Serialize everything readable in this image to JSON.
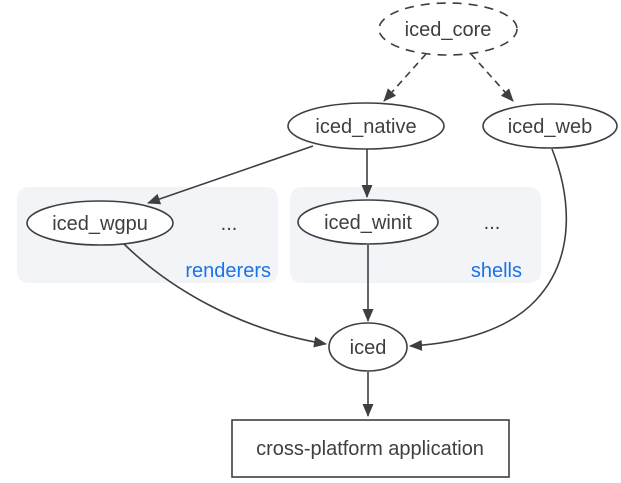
{
  "colors": {
    "background": "#ffffff",
    "node-fill": "#ffffff",
    "stroke-dark": "#3c4043",
    "text-dark": "#3c4043",
    "accent-blue": "#1a73e8",
    "group-fill": "#f2f4f7"
  },
  "diagram": {
    "nodes": {
      "iced_core": {
        "label": "iced_core",
        "shape": "ellipse",
        "border": "dashed"
      },
      "iced_native": {
        "label": "iced_native",
        "shape": "ellipse",
        "border": "solid"
      },
      "iced_web": {
        "label": "iced_web",
        "shape": "ellipse",
        "border": "solid"
      },
      "iced_wgpu": {
        "label": "iced_wgpu",
        "shape": "ellipse",
        "border": "solid"
      },
      "iced_winit": {
        "label": "iced_winit",
        "shape": "ellipse",
        "border": "solid"
      },
      "iced": {
        "label": "iced",
        "shape": "ellipse",
        "border": "solid"
      },
      "app": {
        "label": "cross-platform application",
        "shape": "rect",
        "border": "solid"
      }
    },
    "groups": {
      "renderers": {
        "label": "renderers",
        "ellipsis": "...",
        "contains": [
          "iced_wgpu"
        ]
      },
      "shells": {
        "label": "shells",
        "ellipsis": "...",
        "contains": [
          "iced_winit"
        ]
      }
    },
    "edges": [
      {
        "from": "iced_core",
        "to": "iced_native",
        "style": "dashed"
      },
      {
        "from": "iced_core",
        "to": "iced_web",
        "style": "dashed"
      },
      {
        "from": "iced_native",
        "to": "iced_wgpu",
        "style": "solid"
      },
      {
        "from": "iced_native",
        "to": "iced_winit",
        "style": "solid"
      },
      {
        "from": "iced_wgpu",
        "to": "iced",
        "style": "solid"
      },
      {
        "from": "iced_winit",
        "to": "iced",
        "style": "solid"
      },
      {
        "from": "iced_web",
        "to": "iced",
        "style": "solid"
      },
      {
        "from": "iced",
        "to": "app",
        "style": "solid"
      }
    ]
  }
}
